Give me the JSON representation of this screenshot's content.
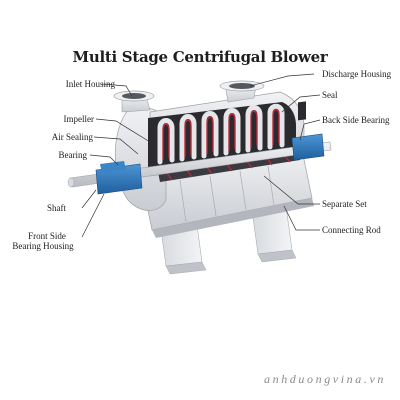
{
  "title": "Multi Stage Centrifugal Blower",
  "labels": {
    "inlet_housing": "Inlet Housing",
    "impeller": "Impeller",
    "air_sealing": "Air Sealing",
    "bearing": "Bearing",
    "shaft": "Shaft",
    "front_side_bearing_housing_line1": "Front Side",
    "front_side_bearing_housing_line2": "Bearing Housing",
    "discharge_housing": "Discharge Housing",
    "seal": "Seal",
    "back_side_bearing": "Back Side Bearing",
    "separate_set": "Separate Set",
    "connecting_rod": "Connecting Rod"
  },
  "watermark": "anhduongvina.vn",
  "colors": {
    "casing": "#e2e4e8",
    "casing_shadow": "#b9bcc3",
    "interior": "#2b2b2f",
    "impeller_red": "#c0283a",
    "bearing_blue": "#2a74b8",
    "leader_line": "#333333"
  }
}
